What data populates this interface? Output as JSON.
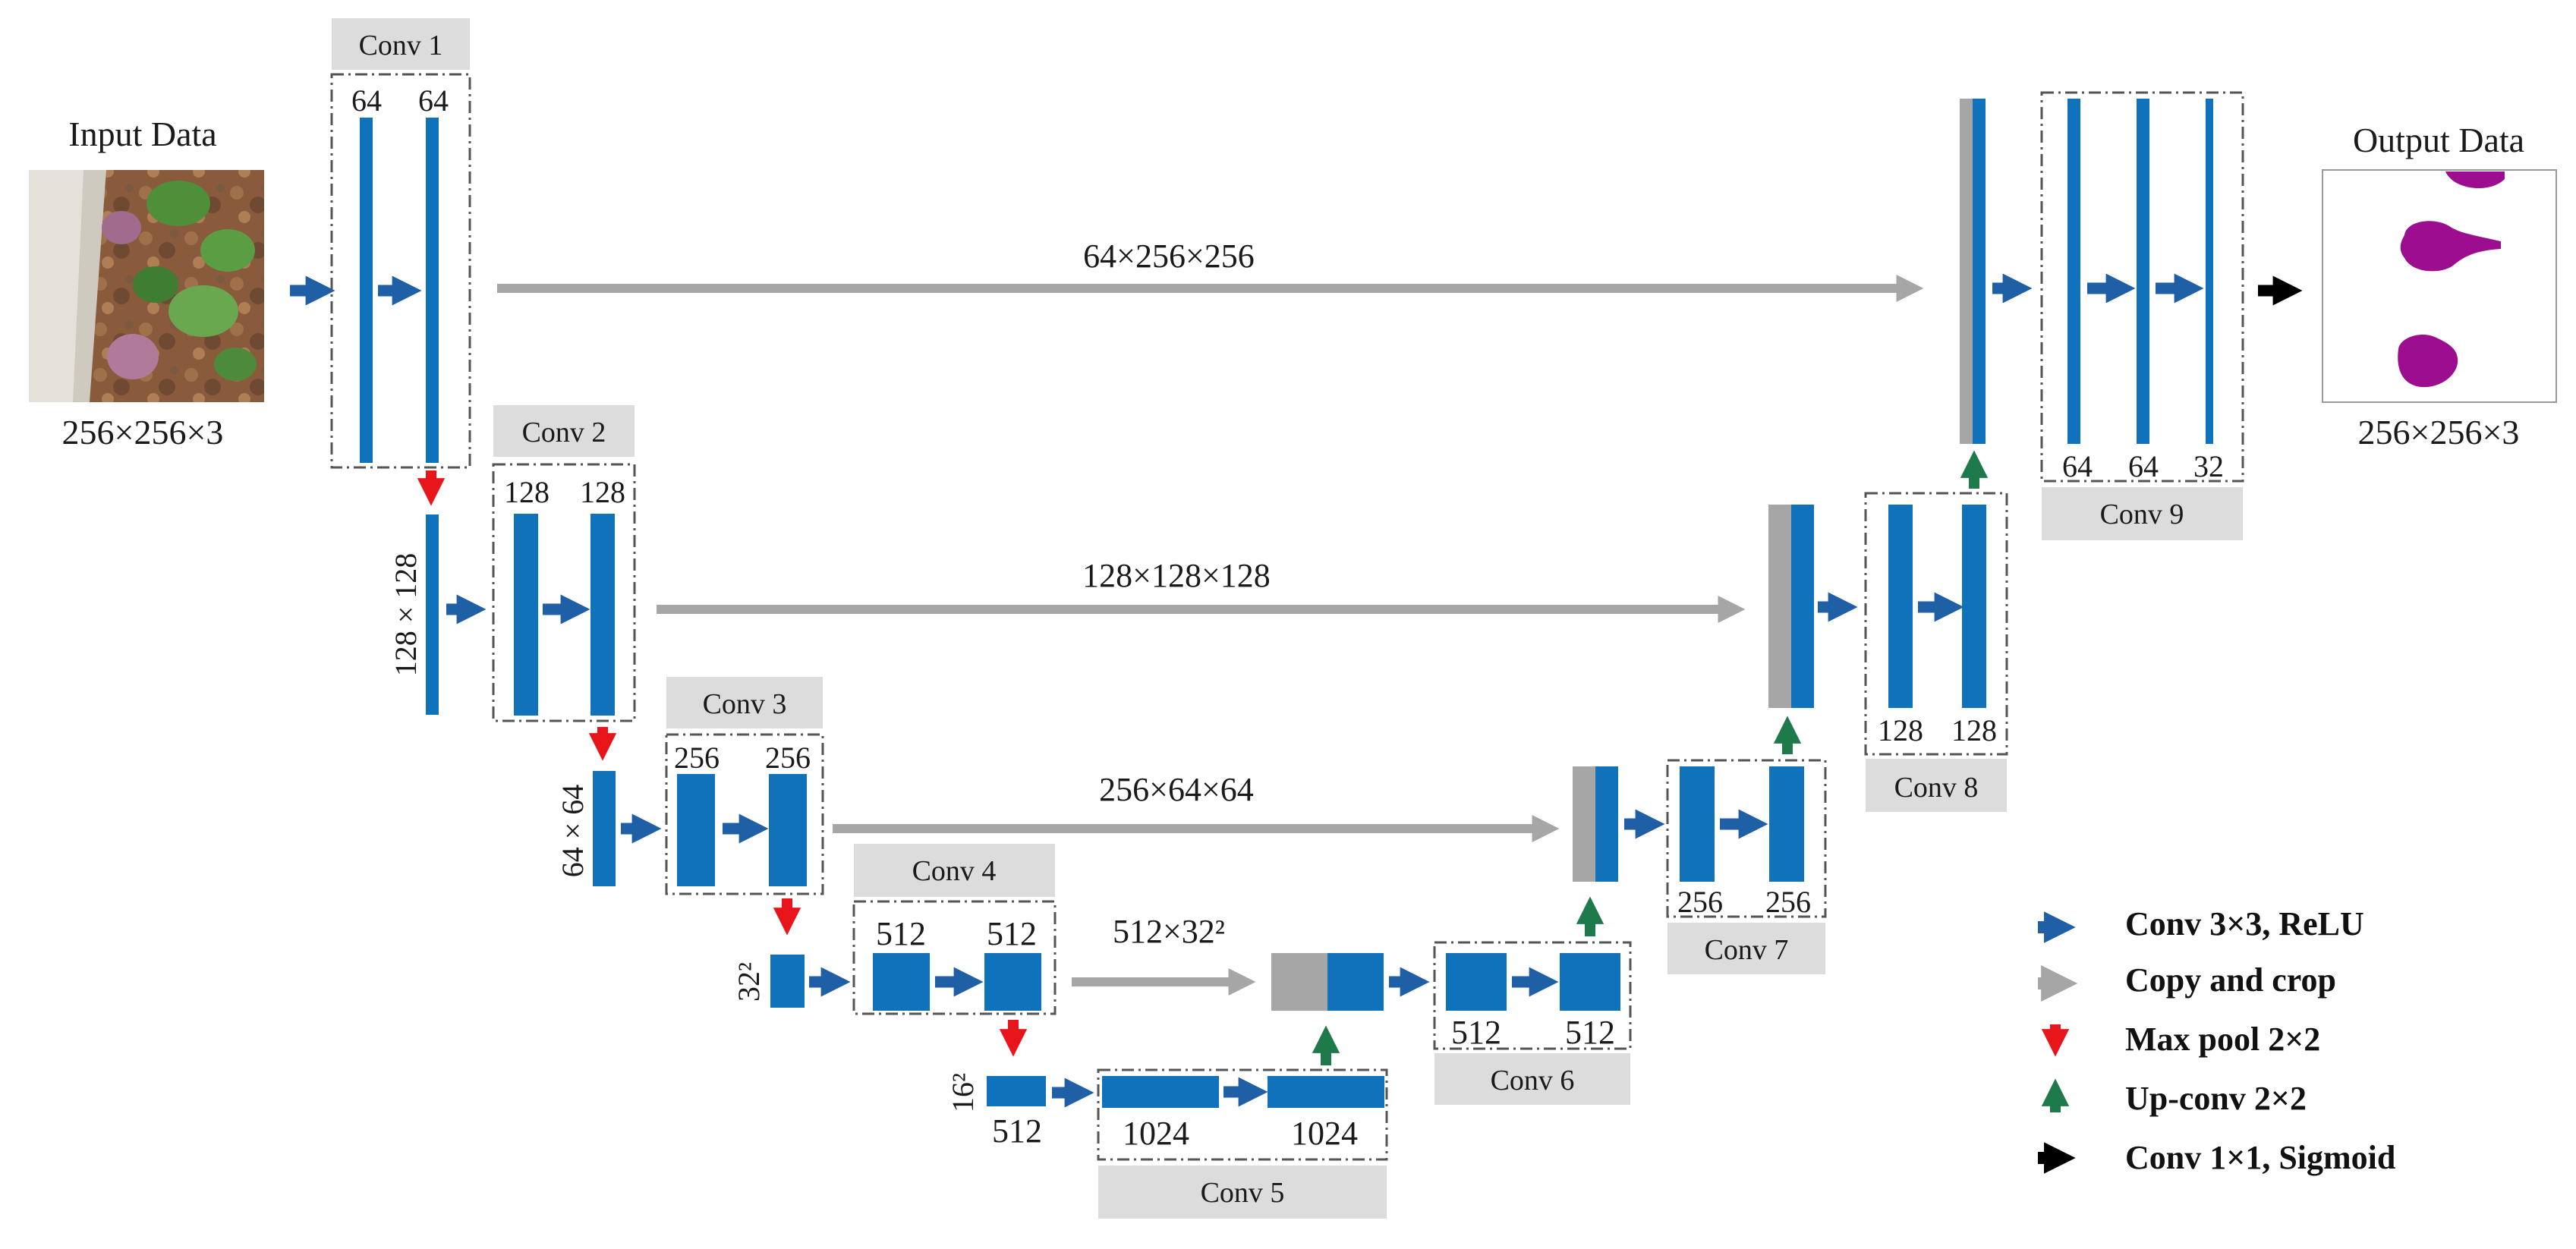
{
  "labels": {
    "input_title": "Input Data",
    "input_size": "256×256×3",
    "output_title": "Output Data",
    "output_size": "256×256×3"
  },
  "blocks": {
    "conv1": {
      "title": "Conv 1",
      "ch_a": "64",
      "ch_b": "64"
    },
    "conv2": {
      "title": "Conv 2",
      "ch_a": "128",
      "ch_b": "128"
    },
    "conv3": {
      "title": "Conv 3",
      "ch_a": "256",
      "ch_b": "256"
    },
    "conv4": {
      "title": "Conv 4",
      "ch_a": "512",
      "ch_b": "512"
    },
    "conv5": {
      "title": "Conv 5",
      "ch_a": "1024",
      "ch_b": "1024"
    },
    "conv6": {
      "title": "Conv 6",
      "ch_a": "512",
      "ch_b": "512"
    },
    "conv7": {
      "title": "Conv 7",
      "ch_a": "256",
      "ch_b": "256"
    },
    "conv8": {
      "title": "Conv 8",
      "ch_a": "128",
      "ch_b": "128"
    },
    "conv9": {
      "title": "Conv 9",
      "ch_a": "64",
      "ch_b": "64",
      "ch_c": "32"
    }
  },
  "pool_sizes": {
    "level2": "128 × 128",
    "level3": "64 × 64",
    "level4": "32²",
    "level5": "16²",
    "level5_channels": "512"
  },
  "skip_labels": {
    "level1": "64×256×256",
    "level2": "128×128×128",
    "level3": "256×64×64",
    "level4": "512×32²"
  },
  "legend": [
    {
      "label": "Conv 3×3, ReLU",
      "color": "#1f5fa6"
    },
    {
      "label": "Copy and crop",
      "color": "#a6a6a6"
    },
    {
      "label": "Max pool 2×2",
      "color": "#e8161b"
    },
    {
      "label": "Up-conv 2×2",
      "color": "#1e7a4a"
    },
    {
      "label": "Conv 1×1, Sigmoid",
      "color": "#000000"
    }
  ],
  "colors": {
    "block_blue": "#0f72bb",
    "conv_arrow": "#1f5fa6",
    "skip_gray": "#a6a6a6",
    "pool_red": "#e8161b",
    "up_green": "#1e7a4a",
    "title_bg": "#dcdcdc",
    "mask_purple": "#9c0d8f"
  }
}
